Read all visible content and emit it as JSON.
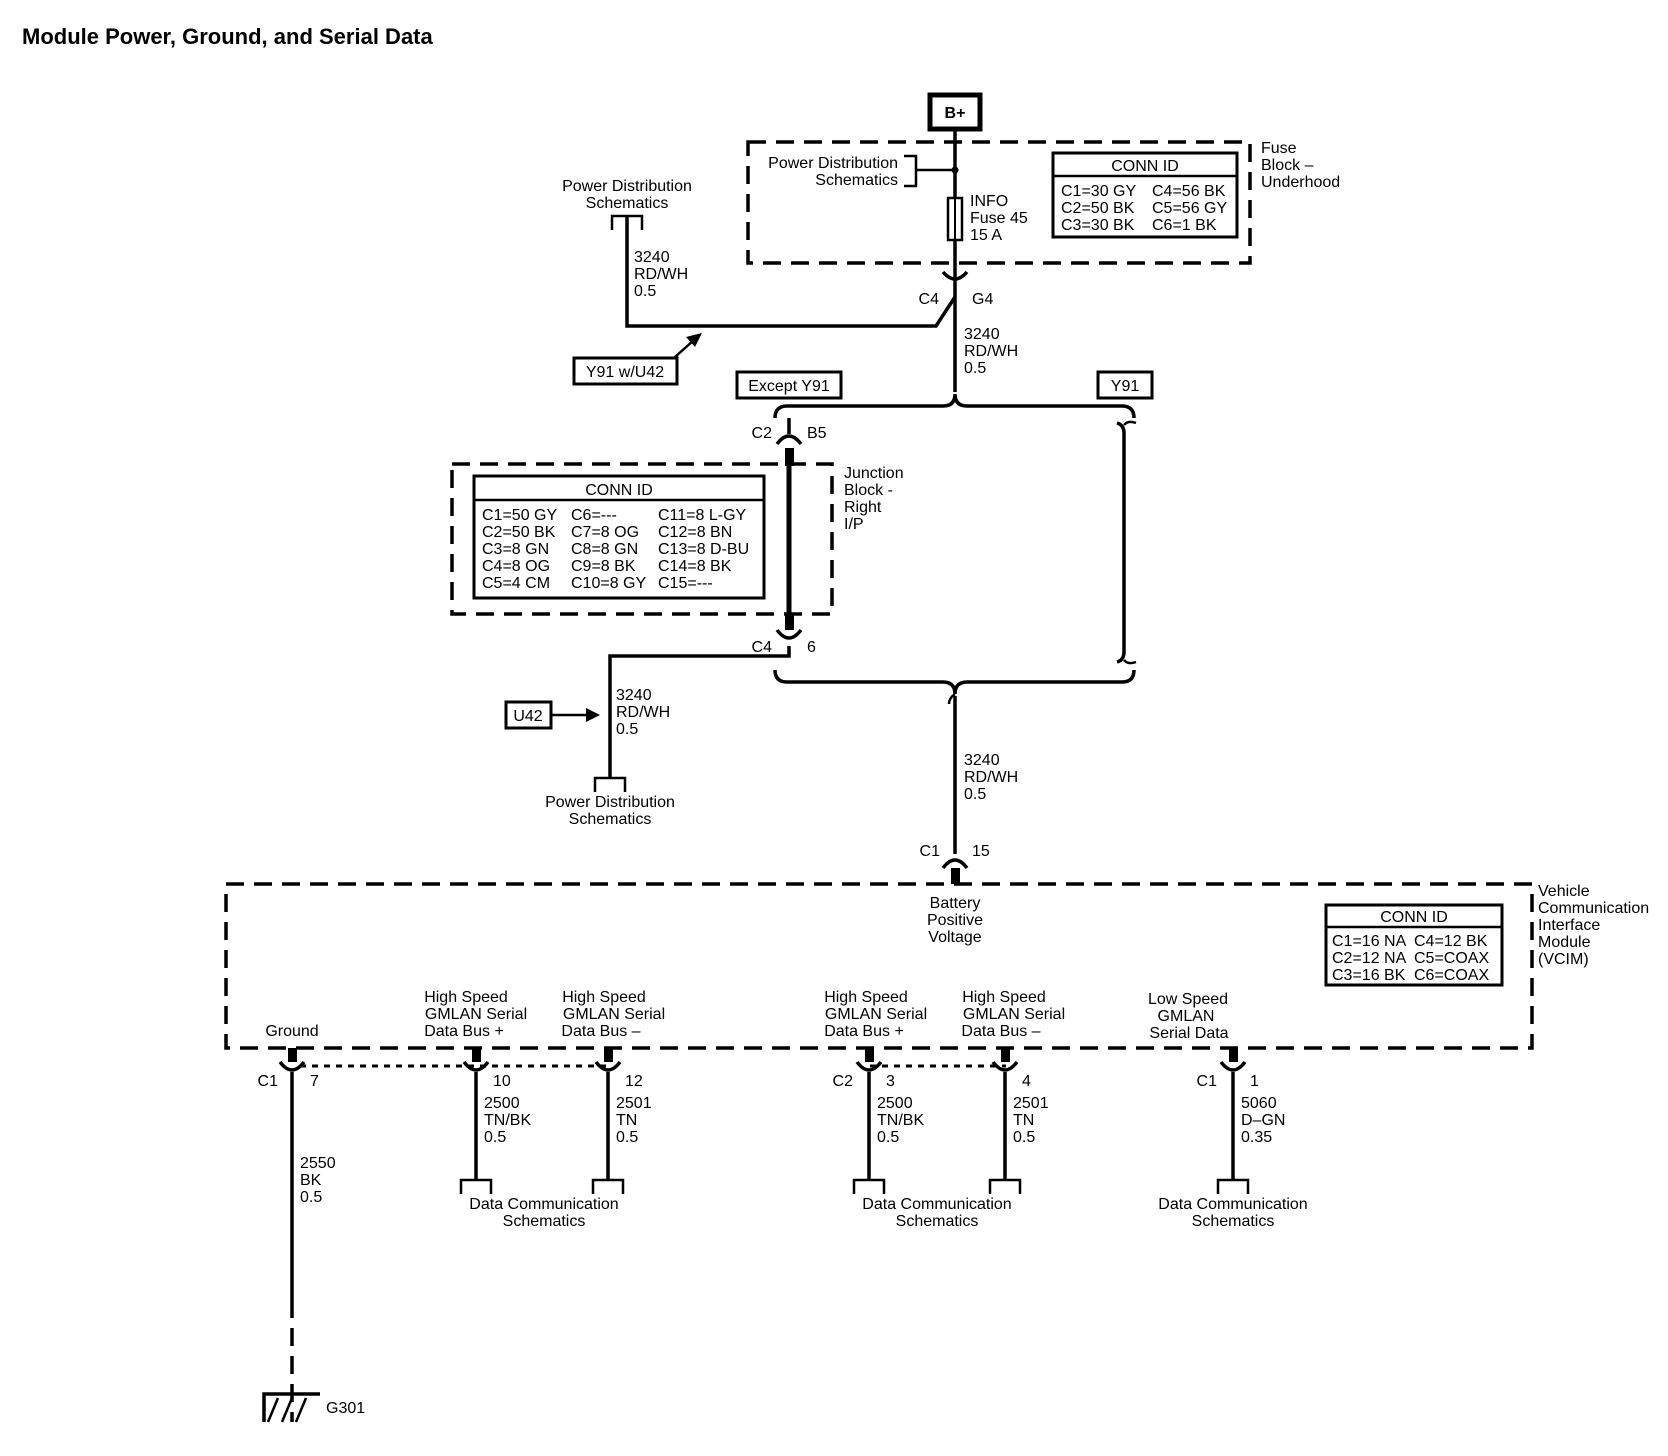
{
  "title": "Module Power, Ground, and Serial Data",
  "battery_label": "B+",
  "fuse_block": {
    "label_lines": [
      "Fuse",
      "Block –",
      "Underhood"
    ],
    "pd_ref_lines": [
      "Power Distribution",
      "Schematics"
    ],
    "fuse_lines": [
      "INFO",
      "Fuse 45",
      "15 A"
    ],
    "conn_id": {
      "header": "CONN ID",
      "rows": [
        [
          "C1=30 GY",
          "C4=56 BK"
        ],
        [
          "C2=50 BK",
          "C5=56 GY"
        ],
        [
          "C3=30 BK",
          "C6=1 BK"
        ]
      ]
    },
    "connector": "C4",
    "pin": "G4"
  },
  "left_pd_ref_lines": [
    "Power Distribution",
    "Schematics"
  ],
  "wire_3240": [
    "3240",
    "RD/WH",
    "0.5"
  ],
  "option_y91_u42": "Y91 w/U42",
  "option_except_y91": "Except Y91",
  "option_y91": "Y91",
  "option_u42": "U42",
  "junction_block": {
    "label_lines": [
      "Junction",
      "Block -",
      "Right",
      "I/P"
    ],
    "top_connector": "C2",
    "top_pin": "B5",
    "bottom_connector": "C4",
    "bottom_pin": "6",
    "conn_id": {
      "header": "CONN ID",
      "rows": [
        [
          "C1=50 GY",
          "C6=---",
          "C11=8 L-GY"
        ],
        [
          "C2=50 BK",
          "C7=8 OG",
          "C12=8 BN"
        ],
        [
          "C3=8 GN",
          "C8=8 GN",
          "C13=8 D-BU"
        ],
        [
          "C4=8 OG",
          "C9=8 BK",
          "C14=8 BK"
        ],
        [
          "C5=4 CM",
          "C10=8 GY",
          "C15=---"
        ]
      ]
    }
  },
  "bottom_pd_ref_lines": [
    "Power Distribution",
    "Schematics"
  ],
  "vcim": {
    "label_lines": [
      "Vehicle",
      "Communication",
      "Interface",
      "Module",
      "(VCIM)"
    ],
    "input_connector": "C1",
    "input_pin": "15",
    "battery_lines": [
      "Battery",
      "Positive",
      "Voltage"
    ],
    "conn_id": {
      "header": "CONN ID",
      "rows": [
        [
          "C1=16 NA",
          "C4=12 BK"
        ],
        [
          "C2=12 NA",
          "C5=COAX"
        ],
        [
          "C3=16 BK",
          "C6=COAX"
        ]
      ]
    },
    "circuits": [
      {
        "label_lines": [
          "Ground"
        ],
        "connector": "C1",
        "pin": "7",
        "wire_lines": [
          "2550",
          "BK",
          "0.5"
        ]
      },
      {
        "label_lines": [
          "High Speed",
          "GMLAN Serial",
          "Data Bus +"
        ],
        "connector": "",
        "pin": "10",
        "wire_lines": [
          "2500",
          "TN/BK",
          "0.5"
        ]
      },
      {
        "label_lines": [
          "High Speed",
          "GMLAN Serial",
          "Data Bus –"
        ],
        "connector": "",
        "pin": "12",
        "wire_lines": [
          "2501",
          "TN",
          "0.5"
        ]
      },
      {
        "label_lines": [
          "High Speed",
          "GMLAN Serial",
          "Data Bus +"
        ],
        "connector": "C2",
        "pin": "3",
        "wire_lines": [
          "2500",
          "TN/BK",
          "0.5"
        ]
      },
      {
        "label_lines": [
          "High Speed",
          "GMLAN Serial",
          "Data Bus –"
        ],
        "connector": "",
        "pin": "4",
        "wire_lines": [
          "2501",
          "TN",
          "0.5"
        ]
      },
      {
        "label_lines": [
          "Low Speed",
          "GMLAN",
          "Serial Data"
        ],
        "connector": "C1",
        "pin": "1",
        "wire_lines": [
          "5060",
          "D–GN",
          "0.35"
        ]
      }
    ]
  },
  "data_comm_ref_lines": [
    "Data Communication",
    "Schematics"
  ],
  "ground_label": "G301"
}
